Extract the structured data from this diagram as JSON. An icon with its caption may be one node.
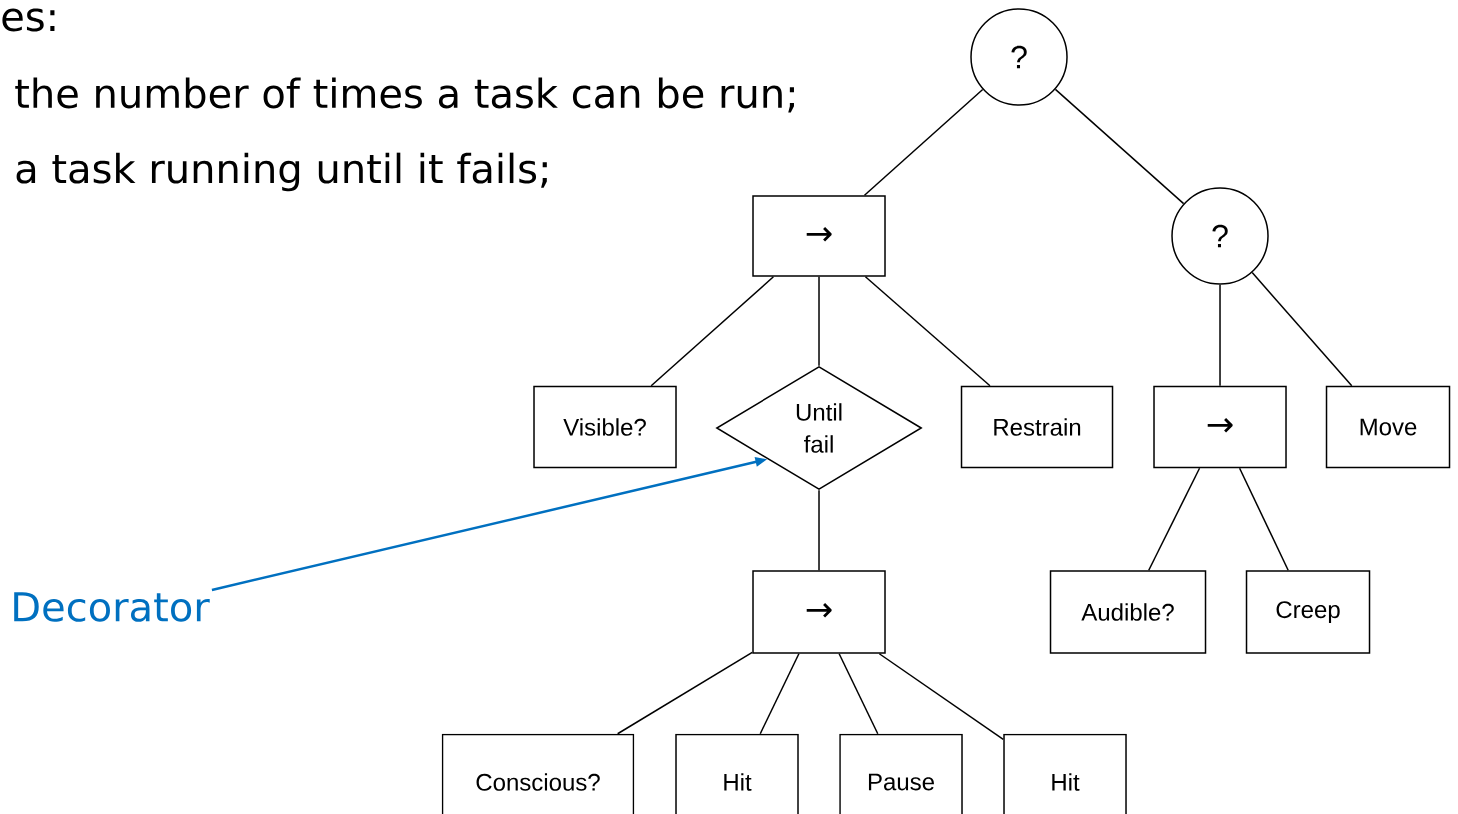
{
  "diagram": {
    "nodes": [
      {
        "text": [
          "?"
        ]
      },
      {
        "text": [
          "→"
        ]
      },
      {
        "text": [
          "?"
        ]
      },
      {
        "text": [
          "Visible?"
        ]
      },
      {
        "text": [
          "Until fail"
        ]
      },
      {
        "text": [
          "Restrain"
        ]
      },
      {
        "text": [
          "→"
        ]
      },
      {
        "text": [
          "Move"
        ]
      },
      {
        "text": [
          "→"
        ]
      },
      {
        "text": [
          "Audible?"
        ]
      },
      {
        "text": [
          "Creep"
        ]
      },
      {
        "text": [
          "Conscious?"
        ]
      },
      {
        "text": [
          "Hit"
        ]
      },
      {
        "text": [
          "Pause"
        ]
      },
      {
        "text": [
          "Hit"
        ]
      },
      {
        "text": [
          "Decorator"
        ]
      }
    ],
    "edges": [
      {
        "from": 0,
        "to": 1,
        "arrow": "none"
      },
      {
        "from": 0,
        "to": 2,
        "arrow": "none"
      },
      {
        "from": 1,
        "to": 3,
        "arrow": "none"
      },
      {
        "from": 1,
        "to": 4,
        "arrow": "none"
      },
      {
        "from": 1,
        "to": 5,
        "arrow": "none"
      },
      {
        "from": 2,
        "to": 6,
        "arrow": "none"
      },
      {
        "from": 2,
        "to": 7,
        "arrow": "none"
      },
      {
        "from": 4,
        "to": 8,
        "arrow": "none"
      },
      {
        "from": 6,
        "to": 9,
        "arrow": "none"
      },
      {
        "from": 6,
        "to": 10,
        "arrow": "none"
      },
      {
        "from": 8,
        "to": 11,
        "arrow": "none"
      },
      {
        "from": 8,
        "to": 12,
        "arrow": "none"
      },
      {
        "from": 8,
        "to": 13,
        "arrow": "none"
      },
      {
        "from": 8,
        "to": 14,
        "arrow": "none"
      },
      {
        "from": 15,
        "to": 4,
        "arrow": "to",
        "color": "#0070c0"
      }
    ],
    "labels": [
      "es:",
      "the number of times a task can be run;",
      "a task running until it fails;"
    ]
  }
}
